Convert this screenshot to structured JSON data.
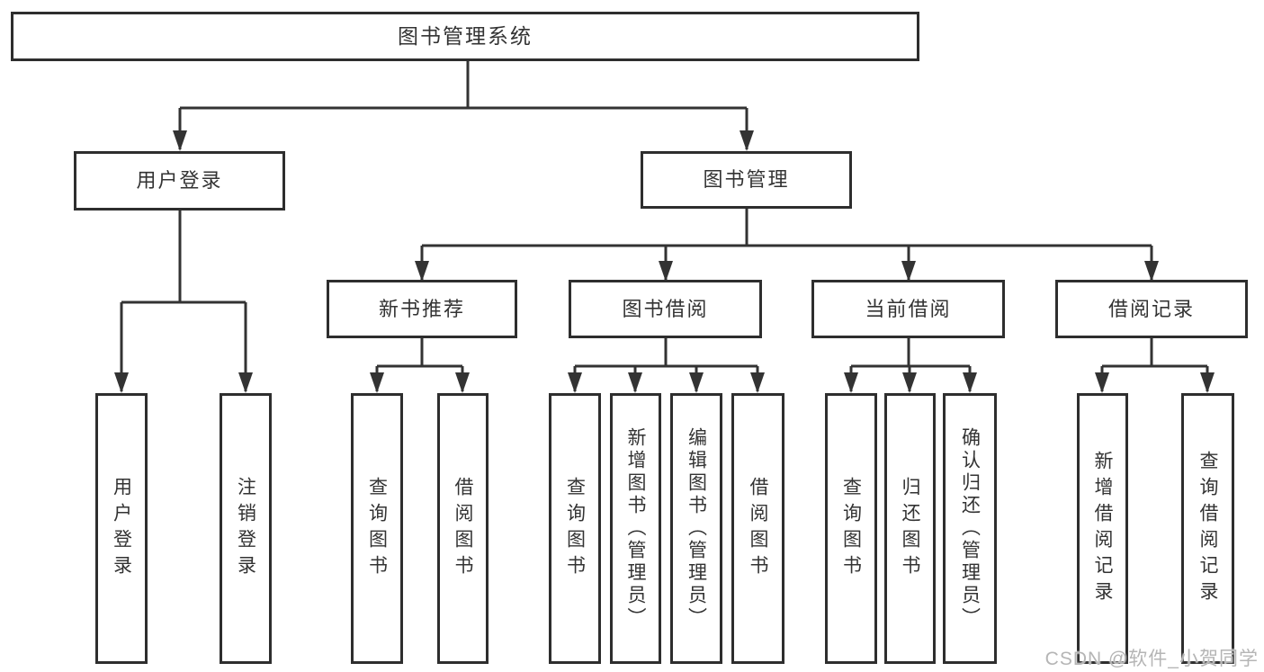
{
  "tree": {
    "root": {
      "label": "图书管理系统"
    },
    "level2": [
      {
        "label": "用户登录"
      },
      {
        "label": "图书管理"
      }
    ],
    "level3": [
      {
        "label": "新书推荐"
      },
      {
        "label": "图书借阅"
      },
      {
        "label": "当前借阅"
      },
      {
        "label": "借阅记录"
      }
    ],
    "leaves": {
      "user_login": [
        "用户登录",
        "注销登录"
      ],
      "new_book_recommend": [
        "查询图书",
        "借阅图书"
      ],
      "book_borrow": [
        "查询图书",
        "新增图书（管理员）",
        "编辑图书（管理员）",
        "借阅图书"
      ],
      "current_borrow": [
        "查询图书",
        "归还图书",
        "确认归还（管理员）"
      ],
      "borrow_records": [
        "新增借阅记录",
        "查询借阅记录"
      ]
    }
  },
  "watermark": "CSDN @软件_小贺同学",
  "colors": {
    "line": "#333333",
    "box_border": "#2e2e2e",
    "text": "#333333",
    "background": "#ffffff",
    "watermark": "#b5b5b5"
  }
}
